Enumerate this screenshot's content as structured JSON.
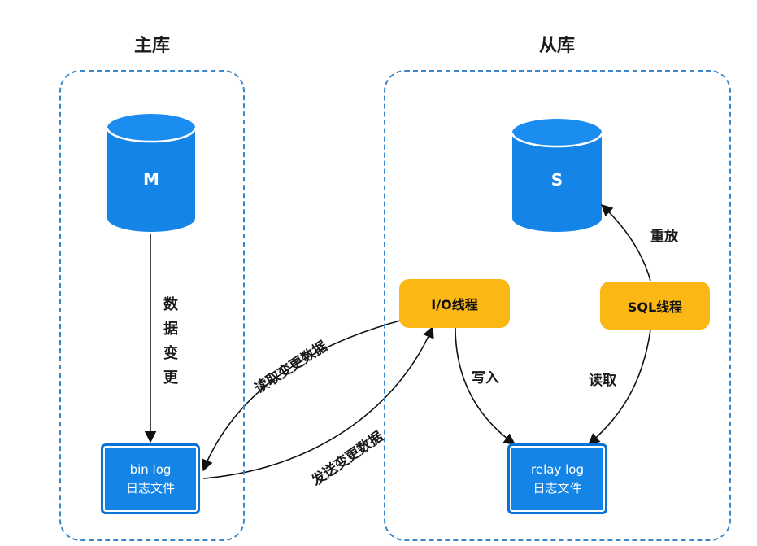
{
  "master": {
    "title": "主库",
    "db_label": "M",
    "change_label": "数据变更",
    "log_line1": "bin log",
    "log_line2": "日志文件"
  },
  "slave": {
    "title": "从库",
    "db_label": "S",
    "io_thread": "I/O线程",
    "sql_thread": "SQL线程",
    "log_line1": "relay log",
    "log_line2": "日志文件"
  },
  "edges": {
    "read_changes": "读取变更数据",
    "send_changes": "发送变更数据",
    "write": "写入",
    "read": "读取",
    "replay": "重放"
  },
  "colors": {
    "database": "#1484e6",
    "thread": "#fbb713",
    "border": "#3d87c6",
    "arrow": "#111111"
  }
}
